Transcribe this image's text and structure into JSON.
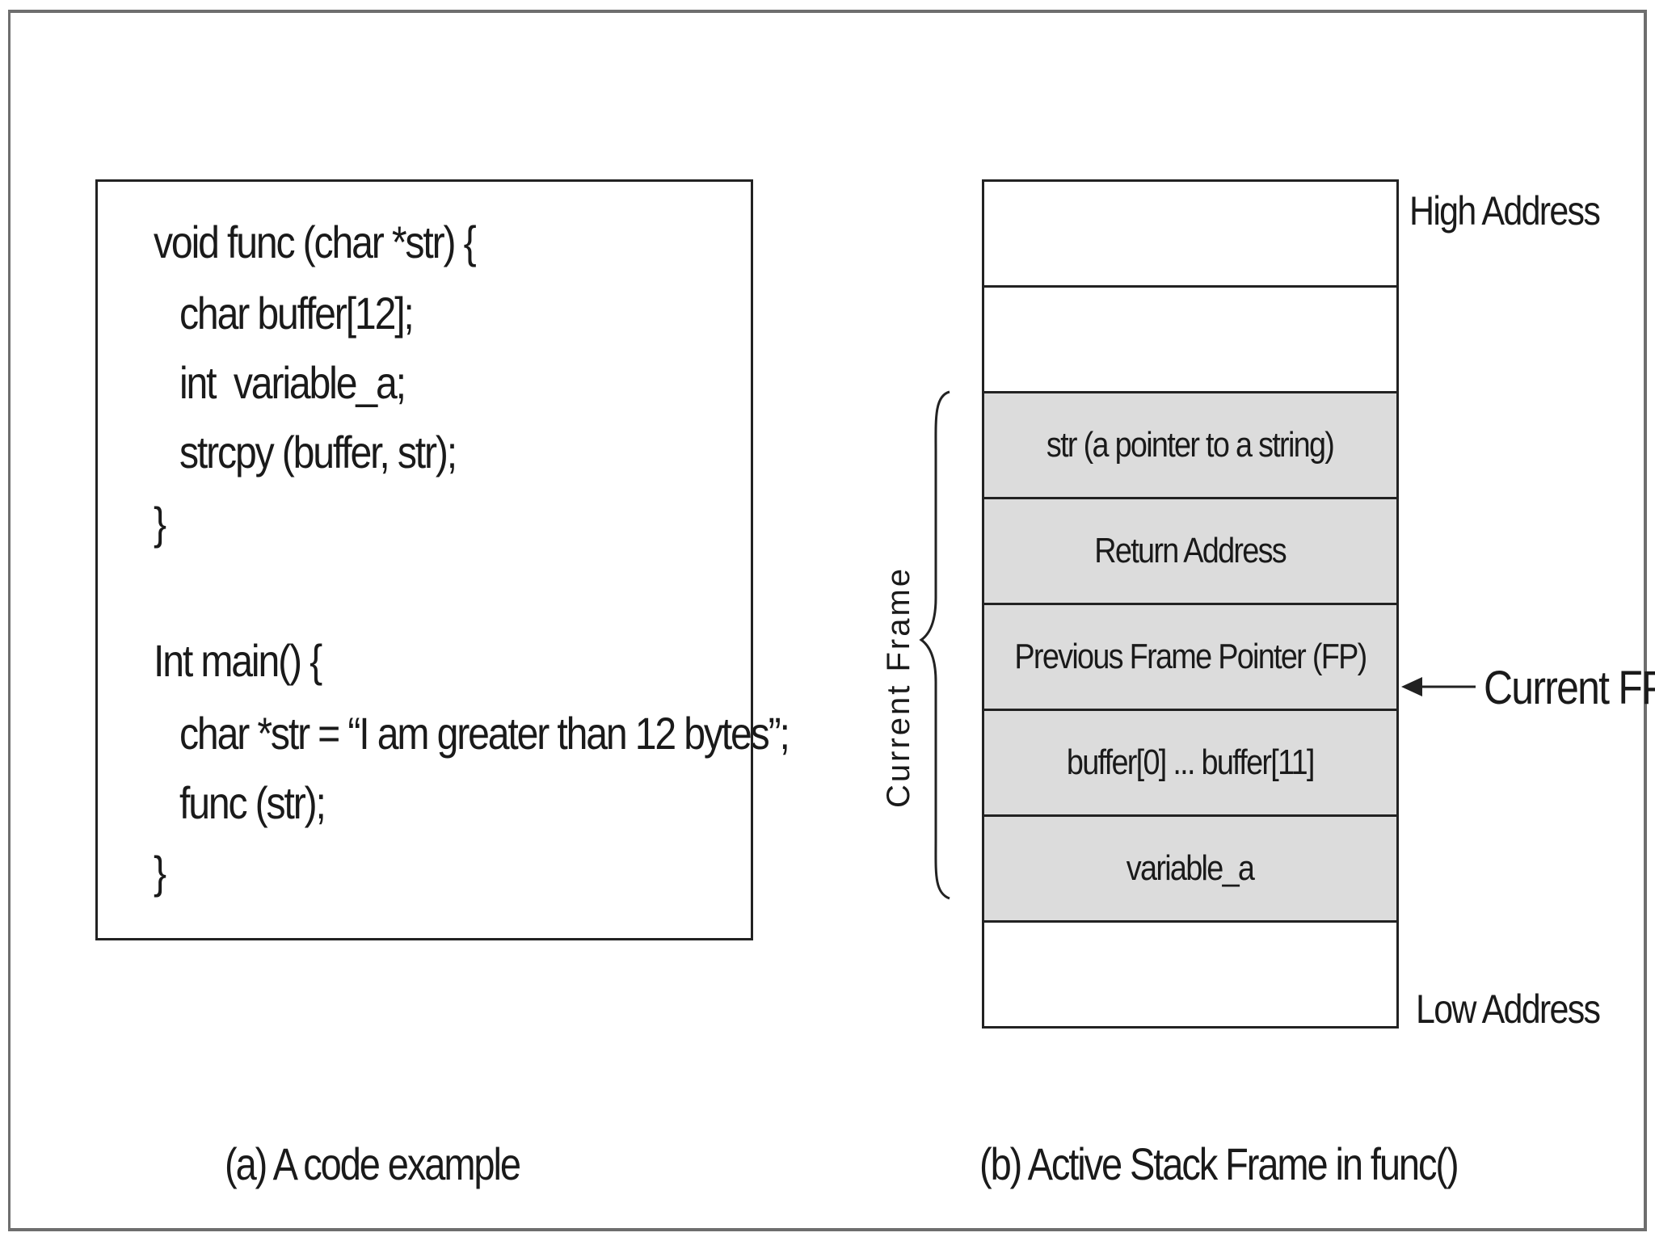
{
  "code_example": {
    "lines": [
      "void func (char *str) {",
      "char buffer[12];",
      "int  variable_a;",
      "strcpy (buffer, str);",
      "}",
      "Int main() {",
      "char *str = “I am greater than 12 bytes”;",
      "func (str);",
      "}"
    ],
    "caption": "(a) A code example"
  },
  "stack_frame": {
    "cells": [
      "",
      "",
      "str (a pointer to a string)",
      "Return Address",
      "Previous Frame Pointer (FP)",
      "buffer[0] ... buffer[11]",
      "variable_a",
      ""
    ],
    "high_label": "High Address",
    "low_label": "Low Address",
    "frame_label": "Current Frame",
    "pointer_label": "Current FP",
    "caption": "(b) Active Stack Frame in func()",
    "colors": {
      "frame_cell": "#dcdcdc",
      "empty_cell": "#ffffff"
    }
  }
}
